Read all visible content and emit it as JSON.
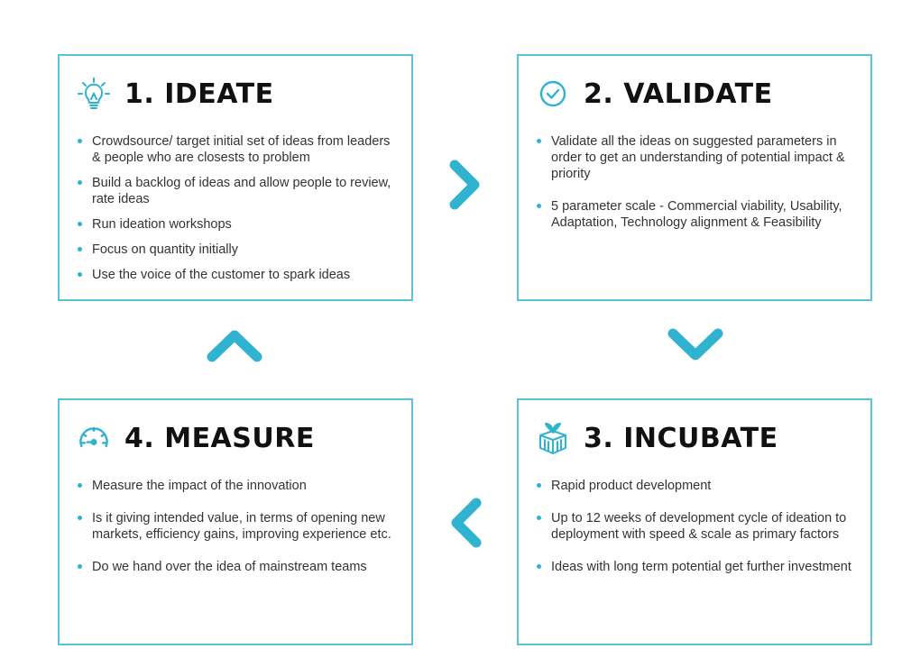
{
  "colors": {
    "accent": "#2fb3d0",
    "border": "#5bc3d9",
    "title": "#111111",
    "text": "#333333"
  },
  "cards": {
    "ideate": {
      "title": "1. IDEATE",
      "icon": "lightbulb-icon",
      "bullets": [
        "Crowdsource/ target initial set of ideas from leaders & people who are closests to problem",
        "Build a backlog of ideas and allow people to review, rate ideas",
        "Run ideation workshops",
        "Focus on quantity initially",
        "Use the voice of the customer to spark ideas"
      ]
    },
    "validate": {
      "title": "2. VALIDATE",
      "icon": "check-circle-icon",
      "bullets": [
        "Validate all the ideas on suggested parameters in order to get an understanding of potential impact & priority",
        "5 parameter scale - Commercial viability, Usability, Adaptation, Technology alignment & Feasibility"
      ]
    },
    "incubate": {
      "title": "3. INCUBATE",
      "icon": "seedling-box-icon",
      "bullets": [
        "Rapid product development",
        "Up to 12 weeks of development cycle of ideation to deployment with speed & scale as primary factors",
        "Ideas with long term potential get further investment"
      ]
    },
    "measure": {
      "title": "4. MEASURE",
      "icon": "speedometer-icon",
      "bullets": [
        "Measure the impact of the innovation",
        "Is it giving intended value, in terms of opening new markets, efficiency gains, improving experience etc.",
        "Do we hand over the idea of mainstream teams"
      ]
    }
  },
  "arrows": [
    "chevron-right-icon",
    "chevron-down-icon",
    "chevron-left-icon",
    "chevron-up-icon"
  ]
}
